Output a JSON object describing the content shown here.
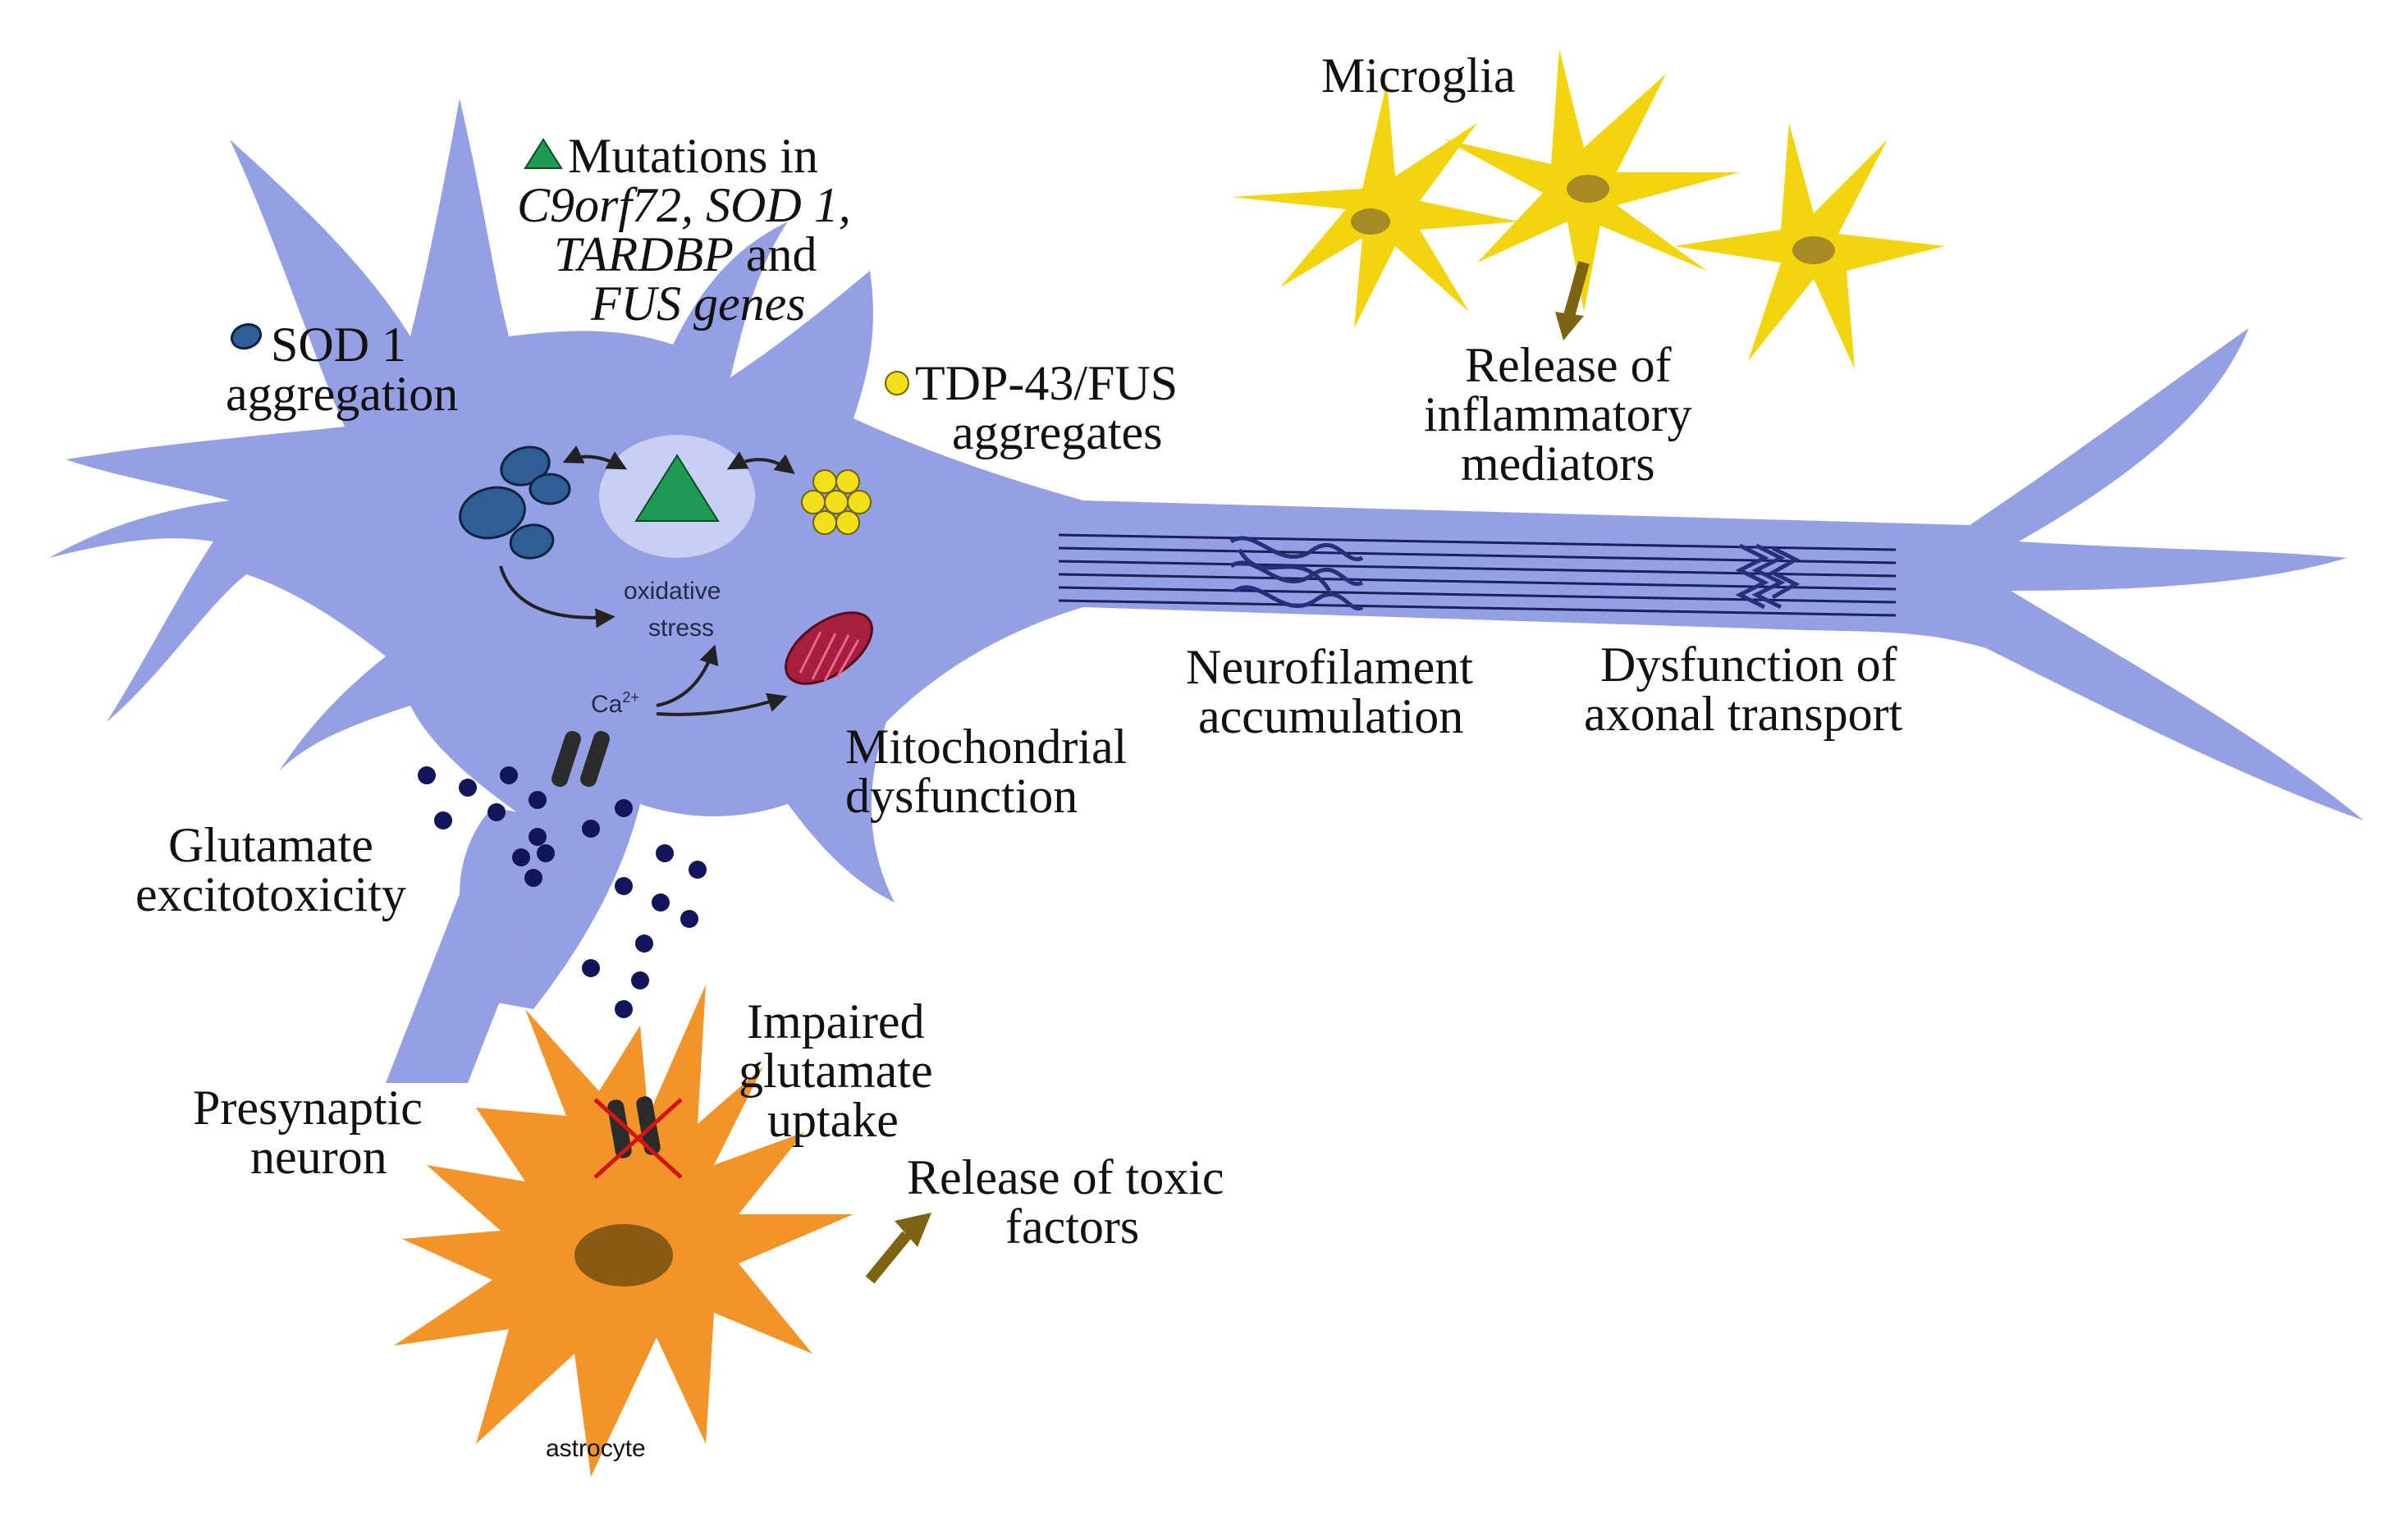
{
  "colors": {
    "neuron": "#959fe3",
    "nucleus": "#c9cff2",
    "microglia": "#f2d40f",
    "microglia_nucleus": "#a58a26",
    "astrocyte": "#f2942a",
    "astrocyte_nucleus": "#8a5a14",
    "glutamate": "#12145c",
    "sod1": "#2f5d96",
    "tdp43": "#f4e01a",
    "triangle": "#1f9a55",
    "mitochondria": "#a81e3e",
    "arrow_brown": "#7d6412"
  },
  "icons": [
    "triangle-icon",
    "sod1-aggregate-icon",
    "tdp43-aggregate-icon",
    "receptor-icon",
    "blocked-receptor-icon"
  ],
  "labels": {
    "mutations_line1": "Mutations in",
    "mutations_line2": "C9orf72, SOD 1,",
    "mutations_line3a": "TARDBP",
    "mutations_line3b": " and",
    "mutations_line4": "FUS genes",
    "sod1_line1": "SOD 1",
    "sod1_line2": "aggregation",
    "tdp_line1": "TDP-43/FUS",
    "tdp_line2": "aggregates",
    "microglia": "Microglia",
    "inflam_line1": "Release of",
    "inflam_line2": "inflammatory",
    "inflam_line3": "mediators",
    "oxidative_line1": "oxidative",
    "oxidative_line2": "stress",
    "calcium": "Ca",
    "calcium_sup": "2+",
    "mito_line1": "Mitochondrial",
    "mito_line2": "dysfunction",
    "neurofil_line1": "Neurofilament",
    "neurofil_line2": "accumulation",
    "axonal_line1": "Dysfunction of",
    "axonal_line2": "axonal transport",
    "glutamate_line1": "Glutamate",
    "glutamate_line2": "excitotoxicity",
    "presyn_line1": "Presynaptic",
    "presyn_line2": "neuron",
    "impaired_line1": "Impaired",
    "impaired_line2": "glutamate",
    "impaired_line3": "uptake",
    "toxic_line1": "Release of toxic",
    "toxic_line2": "factors",
    "astrocyte": "astrocyte"
  }
}
